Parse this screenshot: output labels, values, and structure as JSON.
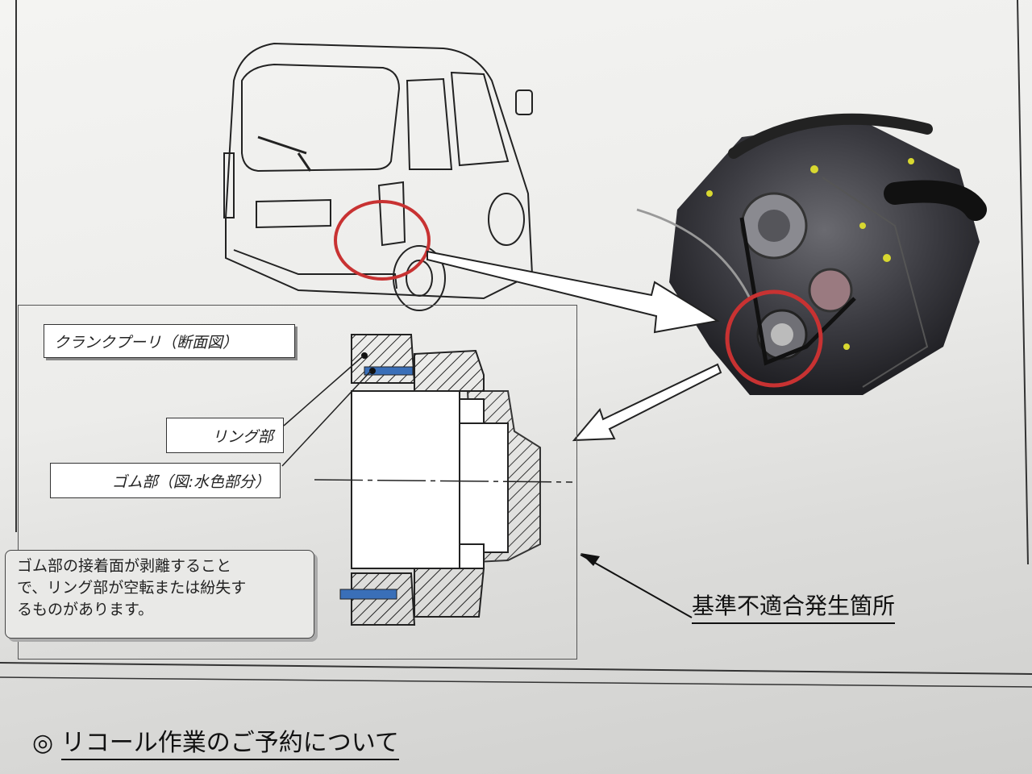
{
  "document": {
    "labels": {
      "crank_pulley": "クランクプーリ（断面図）",
      "ring_part": "リング部",
      "rubber_part": "ゴム部（図:水色部分）"
    },
    "note": {
      "line1": "ゴム部の接着面が剥離すること",
      "line2": "で、リング部が空転または紛失す",
      "line3": "るものがあります。"
    },
    "nonconformity_label": "基準不適合発生箇所",
    "section": {
      "marker": "◎",
      "title": "リコール作業のご予約について"
    }
  },
  "colors": {
    "highlight_circle": "#c83232",
    "rubber_part": "#3a6fb8"
  }
}
